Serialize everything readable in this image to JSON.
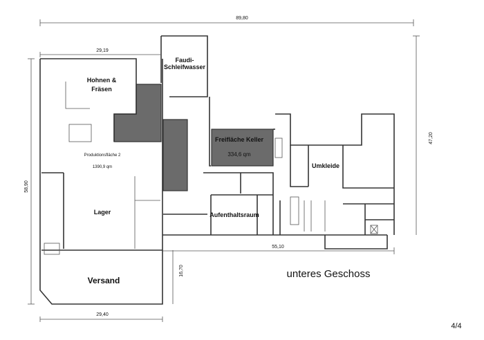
{
  "dimensions": {
    "total_width": "89,80",
    "left_width_top": "29,19",
    "left_height": "58,90",
    "right_height": "47,20",
    "bottom_right_width": "55,10",
    "versand_height": "16,70",
    "left_width_bottom": "29,40"
  },
  "rooms": {
    "hohnen_line1": "Hohnen &",
    "hohnen_line2": "Fräsen",
    "faudi_line1": "Faudi-",
    "faudi_line2": "Schleifwasser",
    "freiflaeche": "Freifläche Keller",
    "freiflaeche_area": "334,6 qm",
    "produktion": "Produktionsfläche 2",
    "produktion_area": "1390,9 qm",
    "umkleide": "Umkleide",
    "lager": "Lager",
    "aufenthalt": "Aufenthaltsraum",
    "versand": "Versand"
  },
  "floor_title": "unteres Geschoss",
  "page_number": "4/4",
  "colors": {
    "shaded": "#6b6b6b",
    "walls": "#333333"
  }
}
